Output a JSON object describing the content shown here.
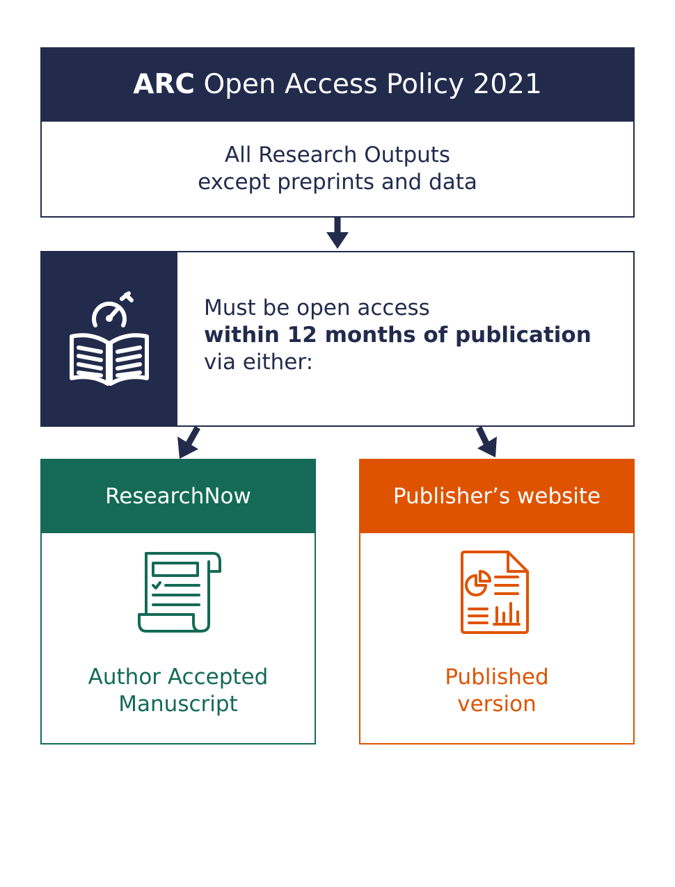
{
  "header": {
    "title_bold": "ARC",
    "title_rest": "Open Access Policy 2021"
  },
  "scope": {
    "line1": "All Research Outputs",
    "line2": "except preprints and data"
  },
  "requirement": {
    "icon": "open-book-gauge-icon",
    "line1": "Must be open access",
    "line2_bold": "within 12 months of publication",
    "line3": "via either:"
  },
  "options": [
    {
      "heading": "ResearchNow",
      "icon": "scroll-document-icon",
      "label_line1": "Author Accepted",
      "label_line2": "Manuscript",
      "color": "#146a57"
    },
    {
      "heading": "Publisher’s website",
      "icon": "report-document-icon",
      "label_line1": "Published",
      "label_line2": "version",
      "color": "#df5300"
    }
  ],
  "colors": {
    "navy": "#222b4c",
    "green": "#146a57",
    "orange": "#df5300"
  }
}
